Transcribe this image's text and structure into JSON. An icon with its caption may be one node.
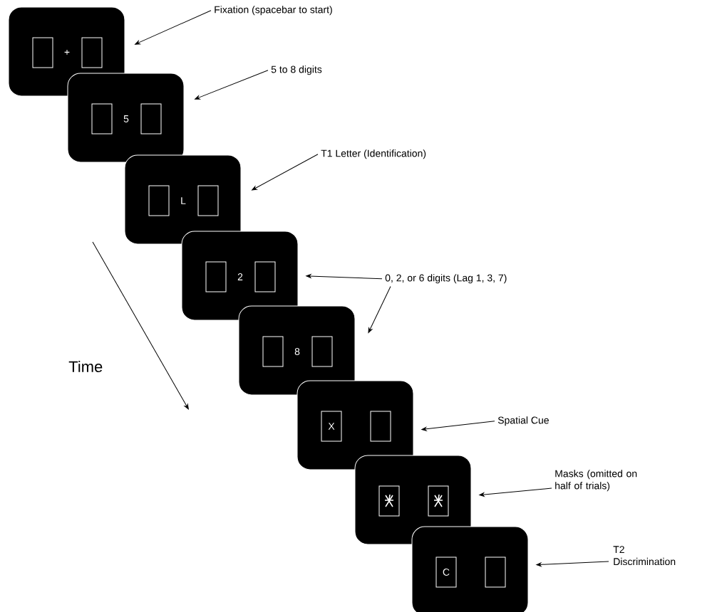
{
  "diagram": {
    "nodes": [
      {
        "text": [
          "+"
        ]
      },
      {
        "text": [
          "5"
        ]
      },
      {
        "text": [
          "L"
        ]
      },
      {
        "text": [
          "2"
        ]
      },
      {
        "text": [
          "8"
        ]
      },
      {
        "text": [
          "X"
        ]
      },
      {
        "text": [],
        "shape": "box"
      },
      {
        "text": [
          "C"
        ]
      },
      {
        "text": [
          "Fixation (spacebar to start)"
        ]
      },
      {
        "text": [
          "5 to 8 digits"
        ]
      },
      {
        "text": [
          "T1 Letter (Identification)"
        ]
      },
      {
        "text": [
          "0, 2, or 6 digits (Lag 1, 3, 7)"
        ]
      },
      {
        "text": [
          "Spatial Cue"
        ]
      },
      {
        "text": [
          "Masks (omitted on half of trials)"
        ]
      },
      {
        "text": [
          "T2 Discrimination"
        ]
      }
    ],
    "edges": [
      {
        "from": 8,
        "to": 0,
        "arrow": "to"
      },
      {
        "from": 9,
        "to": 1,
        "arrow": "to"
      },
      {
        "from": 10,
        "to": 2,
        "arrow": "to"
      },
      {
        "from": 11,
        "to": 3,
        "arrow": "to"
      },
      {
        "from": 11,
        "to": 4,
        "arrow": "to"
      },
      {
        "from": 12,
        "to": 5,
        "arrow": "to"
      },
      {
        "from": 13,
        "to": 6,
        "arrow": "to"
      },
      {
        "from": 14,
        "to": 7,
        "arrow": "to"
      }
    ],
    "labels": [
      "Time"
    ]
  }
}
